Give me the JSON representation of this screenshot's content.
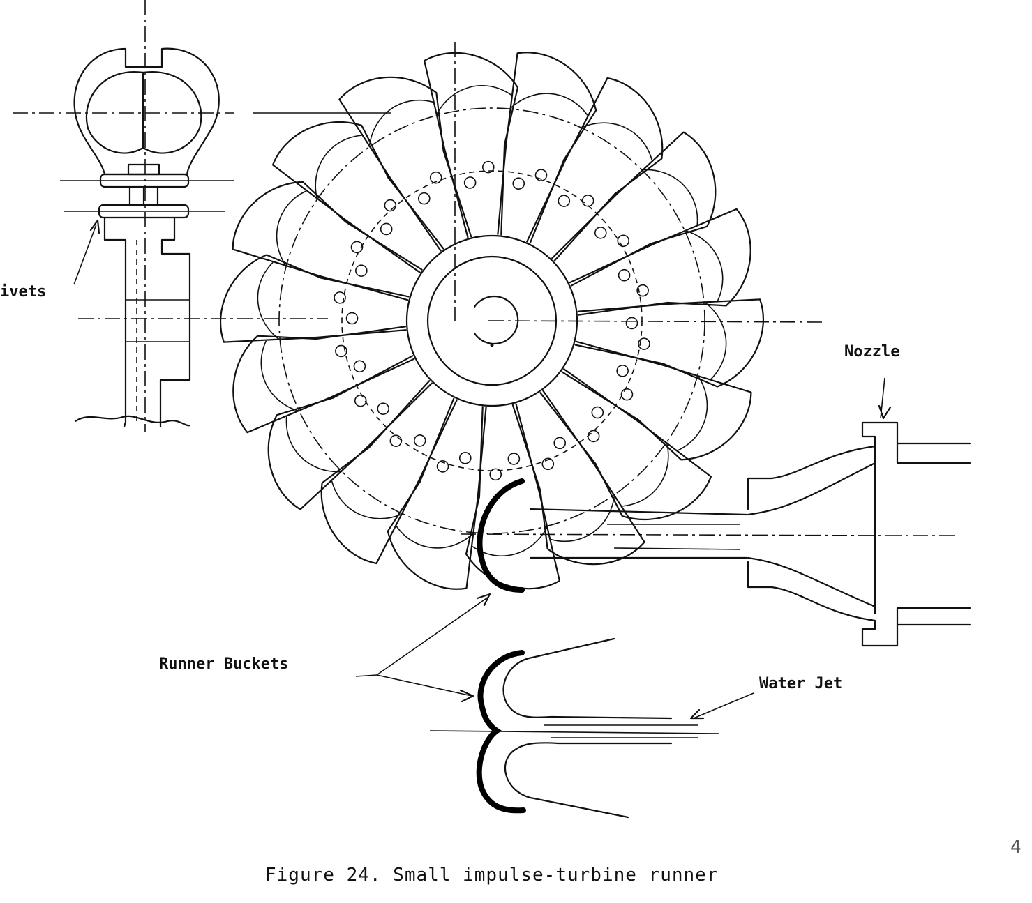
{
  "labels": {
    "rivets": "ivets",
    "nozzle": "Nozzle",
    "runner_buckets": "Runner Buckets",
    "water_jet": "Water Jet",
    "caption": "Figure 24. Small impulse-turbine runner"
  },
  "page_mark": "4",
  "runner": {
    "bucket_count": 18
  }
}
